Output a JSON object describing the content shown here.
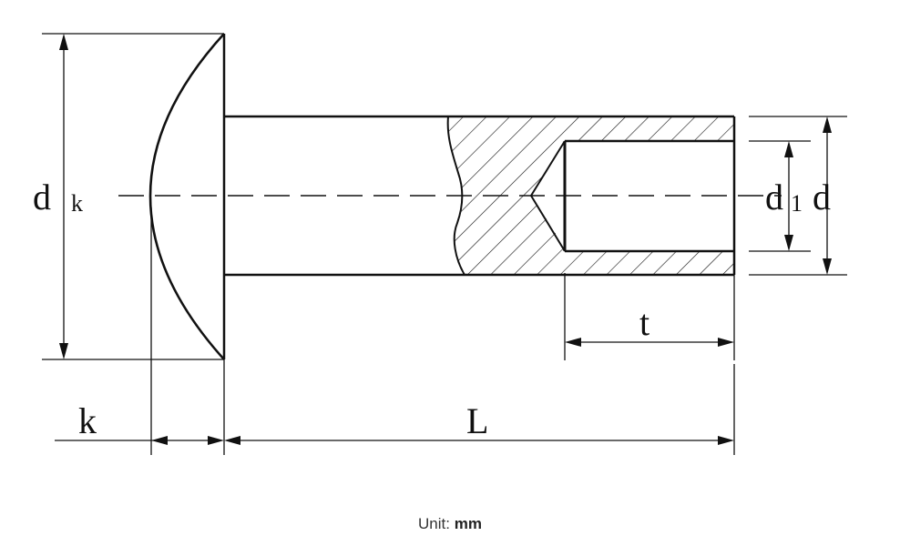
{
  "labels": {
    "dk_main": "d",
    "dk_sub": "k",
    "d1_main": "d",
    "d1_sub": "1",
    "d": "d",
    "t": "t",
    "k": "k",
    "L": "L"
  },
  "unit": {
    "prefix": "Unit: ",
    "value": "mm"
  },
  "colors": {
    "ink": "#111111",
    "background": "#ffffff"
  }
}
